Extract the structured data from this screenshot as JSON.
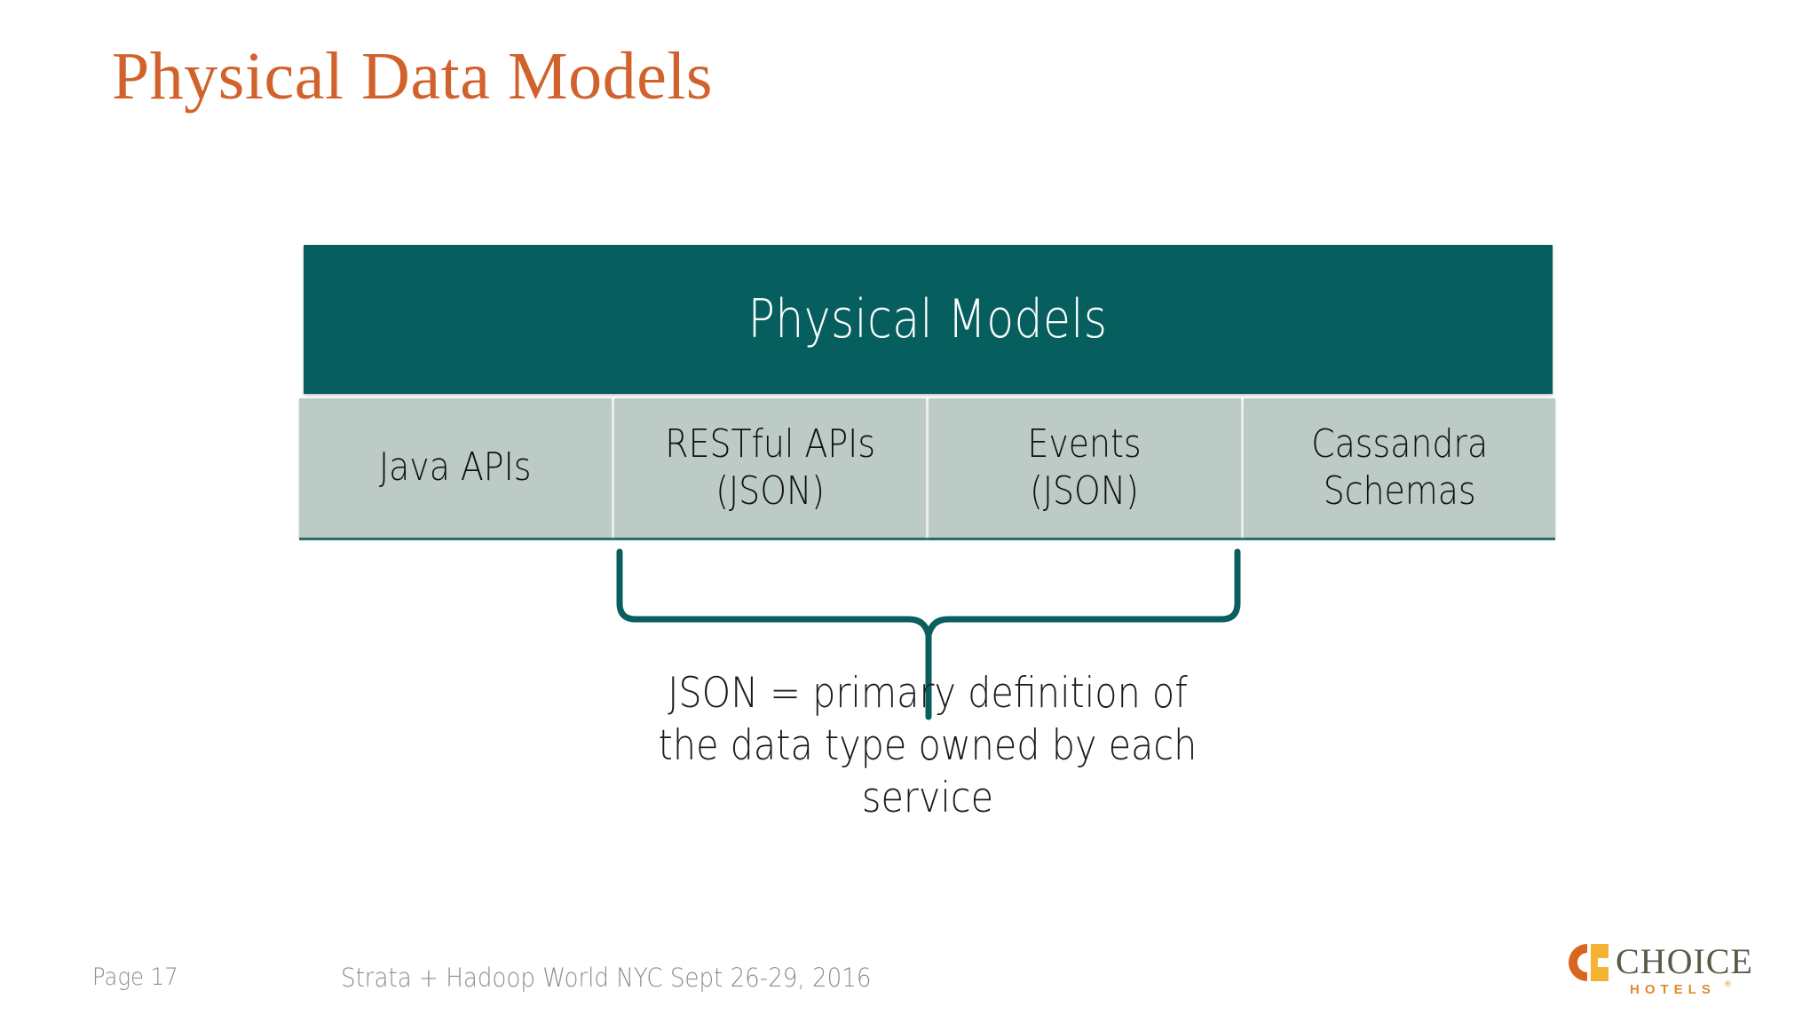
{
  "slide": {
    "title": "Physical Data Models",
    "title_color": "#D2622C",
    "background_color": "#FFFFFF"
  },
  "diagram": {
    "header": {
      "label": "Physical Models",
      "background_color": "#065F5E",
      "text_color": "#FFFFFF"
    },
    "columns": [
      {
        "label": "Java APIs"
      },
      {
        "label": "RESTful APIs\n(JSON)"
      },
      {
        "label": "Events\n(JSON)"
      },
      {
        "label": "Cassandra\nSchemas"
      }
    ],
    "column_background_color": "#BDCBC7",
    "brace": {
      "color": "#0A5F5E",
      "spans_columns": [
        "RESTful APIs (JSON)",
        "Events (JSON)"
      ]
    },
    "caption": "JSON = primary definition of the data type owned by each service"
  },
  "footer": {
    "page_label": "Page 17",
    "event_label": "Strata + Hadoop World NYC Sept 26-29, 2016",
    "text_color": "#8C8C8C"
  },
  "logo": {
    "wordmark": "CHOICE",
    "subwordmark": "HOTELS",
    "trademark": "®",
    "mark_primary_color": "#D9661F",
    "mark_secondary_color": "#F5B335",
    "wordmark_color": "#5A5A48"
  }
}
